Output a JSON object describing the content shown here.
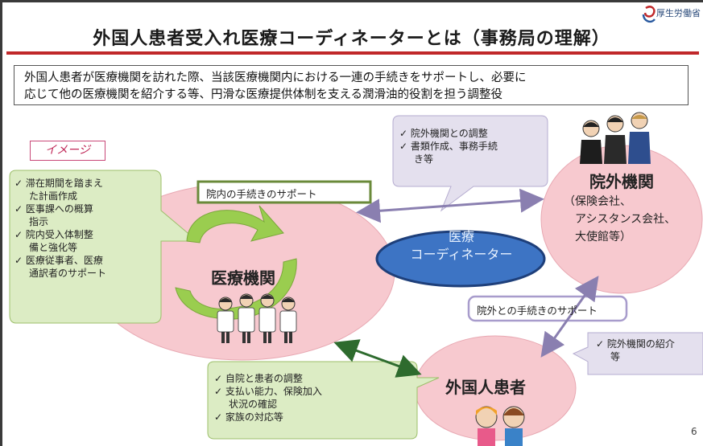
{
  "header": {
    "title": "外国人患者受入れ医療コーディネーターとは（事務局の理解）",
    "logo_text": "厚生労働省"
  },
  "definition": {
    "line1": "外国人患者が医療機関を訪れた際、当該医療機関内における一連の手続きをサポートし、必要に",
    "line2": "応じて他の医療機関を紹介する等、円滑な医療提供体制を支える潤滑油的役割を担う調整役"
  },
  "image_label": "イメージ",
  "nodes": {
    "hospital": "医療機関",
    "external": "院外機関",
    "external_detail": [
      "（保険会社、",
      "アシスタンス会社、",
      "大使館等）"
    ],
    "coordinator": [
      "医療",
      "コーディネーター"
    ],
    "patient": "外国人患者"
  },
  "tags": {
    "internal_support": "院内の手続きのサポート",
    "external_support": "院外との手続きのサポート"
  },
  "callouts": {
    "left": [
      "✓ 滞在期間を踏まえ",
      "た計画作成",
      "✓ 医事課への概算",
      "指示",
      "✓ 院内受入体制整",
      "備と強化等",
      "✓ 医療従事者、医療",
      "通訳者のサポート"
    ],
    "top": [
      "✓ 院外機関との調整",
      "✓ 書類作成、事務手続",
      "き等"
    ],
    "bottom": [
      "✓ 自院と患者の調整",
      "✓ 支払い能力、保険加入",
      "状況の確認",
      "✓ 家族の対応等"
    ],
    "right": [
      "✓ 院外機関の紹介",
      "等"
    ]
  },
  "page_number": "6",
  "colors": {
    "title_rule": "#c0282a",
    "pink_ellipse": "#f7c9cf",
    "green_callout": "#dcecc4",
    "purple_callout": "#e4e0ee",
    "coordinator_fill": "#3d74c4",
    "green_arrow": "#9acd4f",
    "purple_arrow": "#8a7fb0",
    "green_arrow_dark": "#2e6b2e"
  },
  "icons": [
    "doctor-group-icon",
    "business-people-icon",
    "patient-children-icon",
    "health-ministry-logo-icon"
  ]
}
